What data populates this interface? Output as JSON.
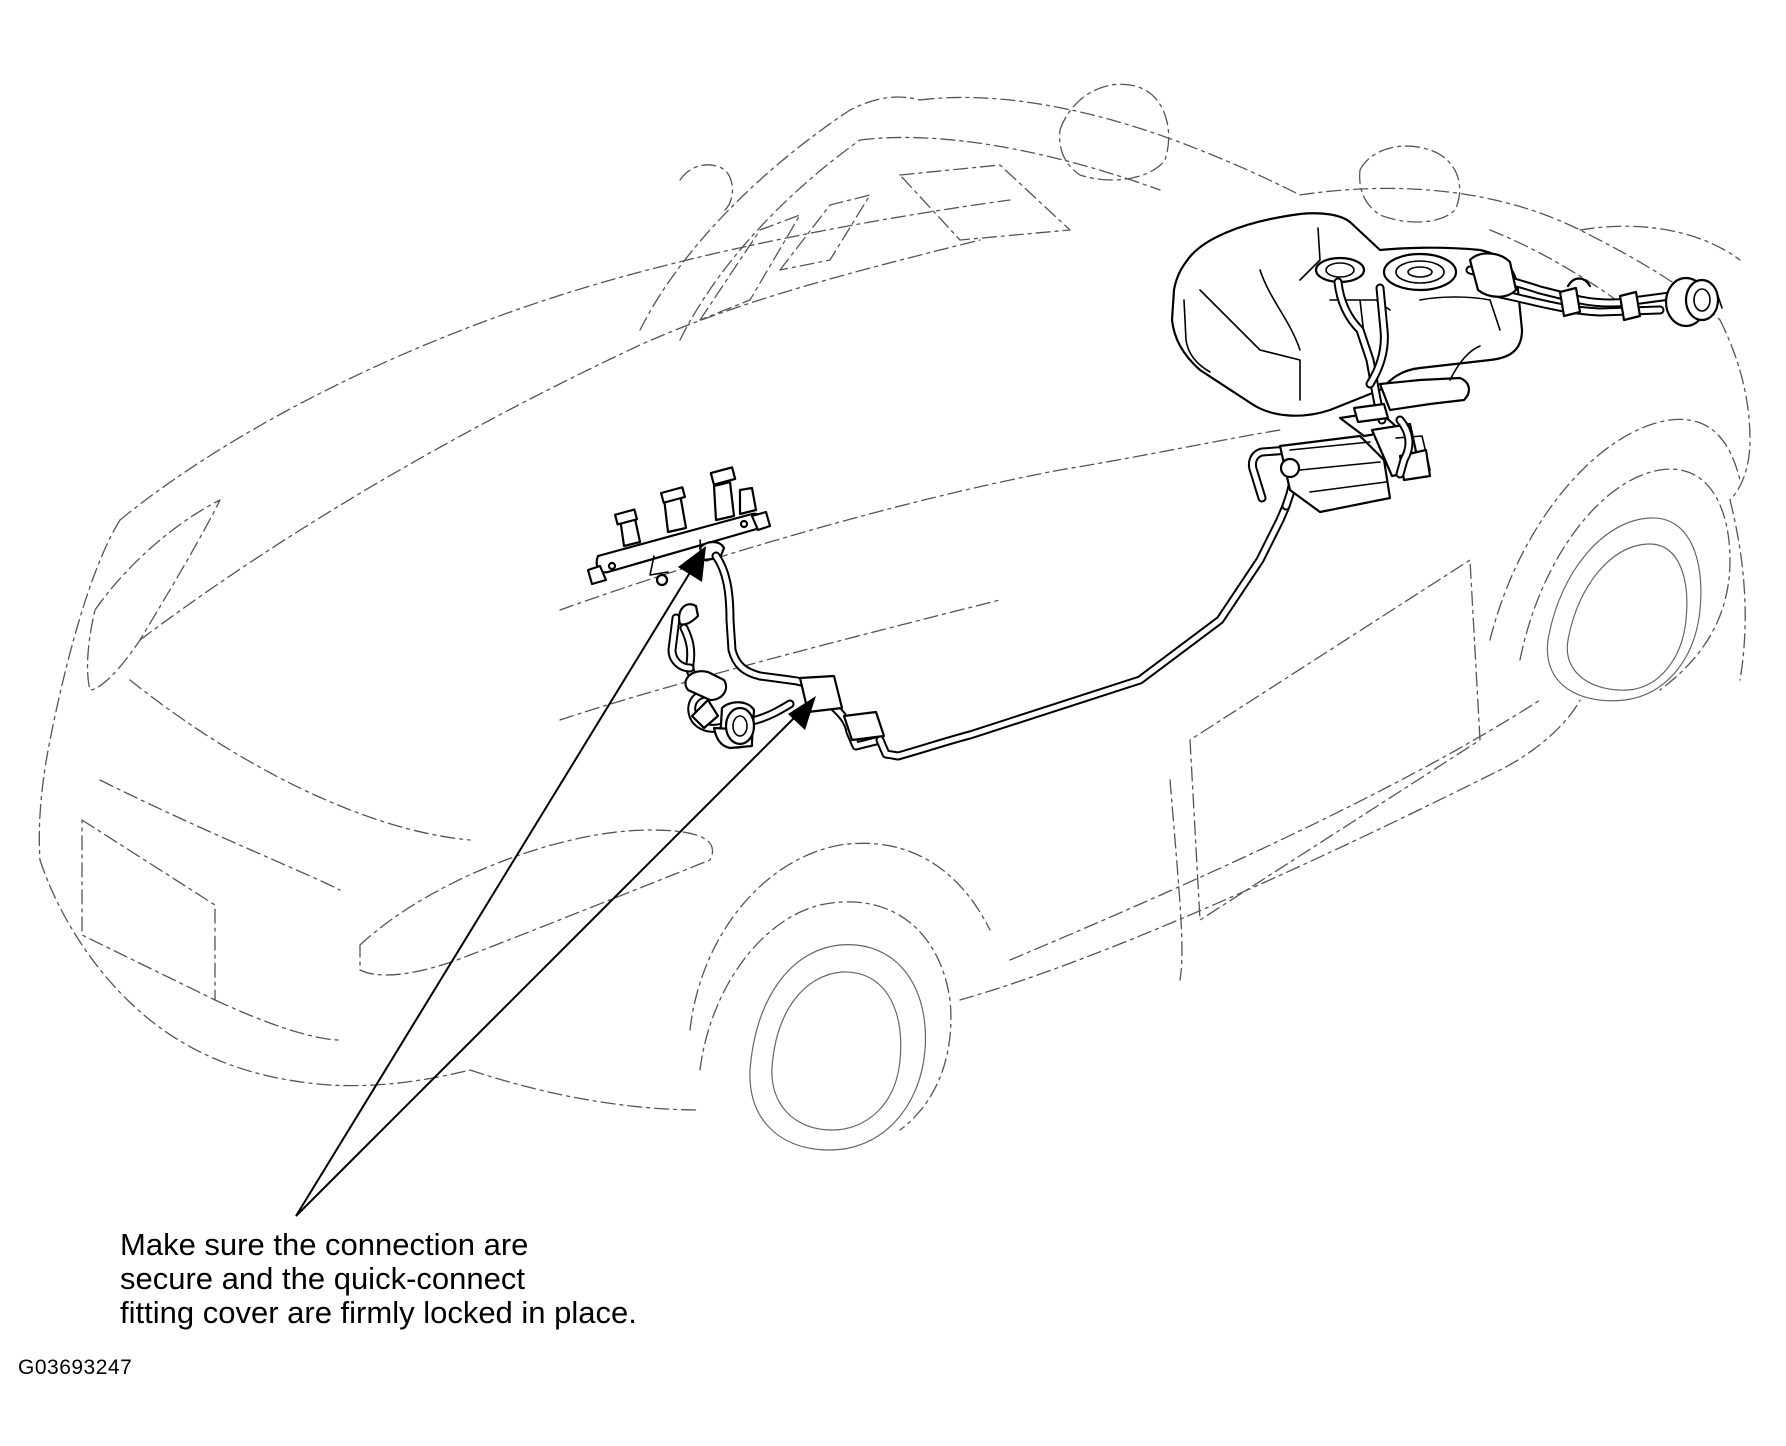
{
  "caption": {
    "line1": "Make sure the connection are",
    "line2": "secure and the quick-connect",
    "line3": "fitting cover are firmly locked in place."
  },
  "figure_id": "G03693247",
  "colors": {
    "line": "#000000",
    "ghost_line": "#555555",
    "background": "#ffffff"
  },
  "icons": [
    "fuel-rail",
    "fuel-tank",
    "fuel-filler-cap",
    "fuel-filter",
    "fuel-feed-line",
    "leader-arrow"
  ]
}
